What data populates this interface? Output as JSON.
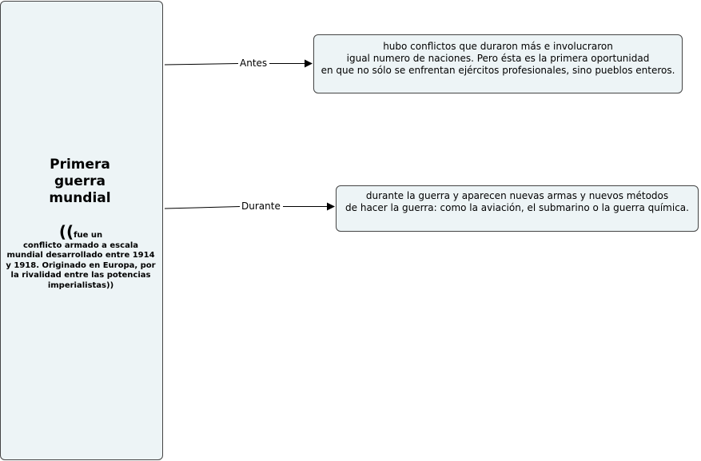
{
  "root": {
    "title": "Primera\nguerra\nmundial",
    "paren_open": "((",
    "desc_first": "fue un",
    "desc_rest": "conflicto armado a escala mundial desarrollado entre 1914 y 1918. Originado en Europa, por la rivalidad entre las potencias imperialistas))"
  },
  "links": [
    {
      "label": "Antes",
      "text": "hubo conflictos que duraron más e involucraron\nigual numero de naciones. Pero ésta es la primera oportunidad\nen que no sólo se enfrentan ejércitos profesionales, sino pueblos enteros."
    },
    {
      "label": "Durante",
      "text": "durante la guerra y aparecen nuevas armas y nuevos métodos\nde hacer la guerra: como la aviación, el submarino o la guerra química."
    }
  ],
  "colors": {
    "node_fill": "#edf4f6",
    "node_border": "#444444",
    "line": "#000000"
  }
}
